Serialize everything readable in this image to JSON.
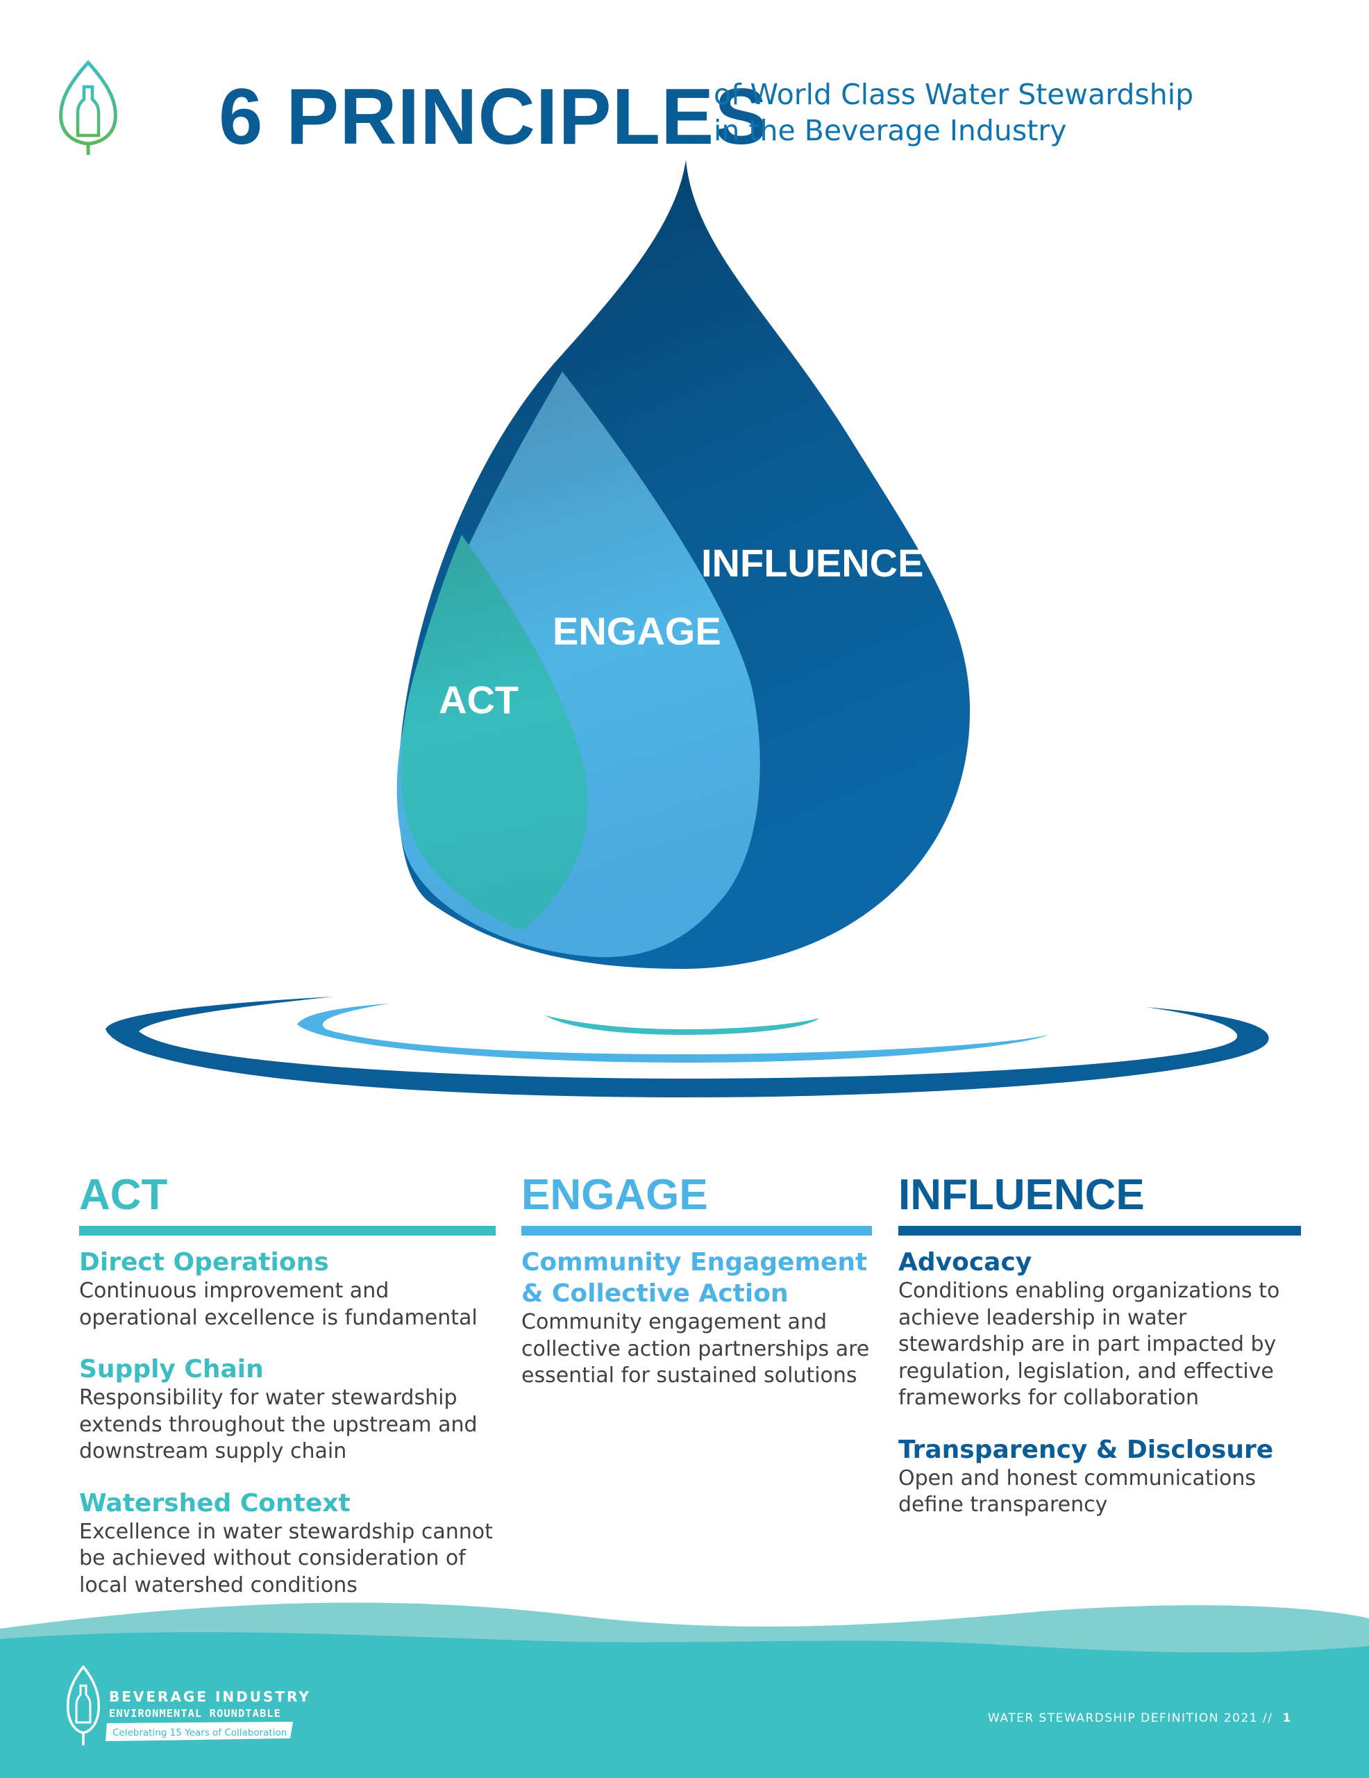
{
  "header": {
    "title": "6 PRINCIPLES",
    "subtitle_line1": "of World Class Water Stewardship",
    "subtitle_line2": "in the Beverage Industry"
  },
  "drop": {
    "act_label": "ACT",
    "engage_label": "ENGAGE",
    "influence_label": "INFLUENCE"
  },
  "colors": {
    "act": "#3cbdc3",
    "engage": "#4db3e6",
    "influence": "#0b5d97",
    "title": "#0a5c94",
    "body_text": "#404040"
  },
  "columns": {
    "act": {
      "heading": "ACT",
      "items": [
        {
          "title": "Direct Operations",
          "desc": "Continuous improvement and operational excellence is fundamental"
        },
        {
          "title": "Supply Chain",
          "desc": "Responsibility for water stewardship extends throughout the upstream and downstream supply chain"
        },
        {
          "title": "Watershed Context",
          "desc": "Excellence in water stewardship cannot be achieved without consideration of local watershed conditions"
        }
      ]
    },
    "engage": {
      "heading": "ENGAGE",
      "items": [
        {
          "title": "Community Engagement & Collective Action",
          "desc": "Community engagement and collective action partnerships are essential for sustained solutions"
        }
      ]
    },
    "influence": {
      "heading": "INFLUENCE",
      "items": [
        {
          "title": "Advocacy",
          "desc": "Conditions enabling organizations to achieve leadership in water stewardship are in part impacted by regulation, legislation, and effective frameworks for collaboration"
        },
        {
          "title": "Transparency & Disclosure",
          "desc": "Open and honest communications define transparency"
        }
      ]
    }
  },
  "footer": {
    "org_line1": "BEVERAGE INDUSTRY",
    "org_line2": "ENVIRONMENTAL ROUNDTABLE",
    "tagline": "Celebrating 15 Years of Collaboration",
    "doc_label": "WATER STEWARDSHIP DEFINITION 2021 //",
    "page_number": "1"
  },
  "icons": {
    "top_logo": "bottle-leaf-icon",
    "footer_logo": "bottle-leaf-icon"
  }
}
